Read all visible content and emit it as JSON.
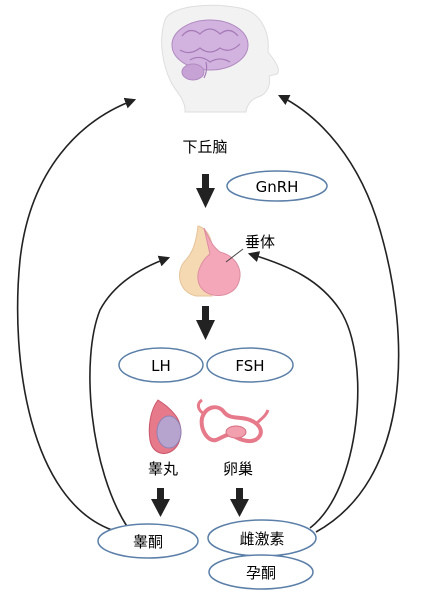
{
  "labels": {
    "hypothalamus": "下丘脑",
    "gnrh": "GnRH",
    "pituitary": "垂体",
    "lh": "LH",
    "fsh": "FSH",
    "testis": "睾丸",
    "ovary": "卵巢",
    "testosterone": "睾酮",
    "estrogen": "雌激素",
    "progesterone": "孕酮"
  },
  "colors": {
    "ellipse_fill": "#ffffff",
    "ellipse_stroke": "#5b7fa8",
    "arrow": "#222222",
    "brain": "#c9a8d6",
    "head": "#f3f3f3",
    "pituitary_left": "#f5d9b3",
    "pituitary_right": "#f3a7b9",
    "organ": "#e77a8a"
  }
}
